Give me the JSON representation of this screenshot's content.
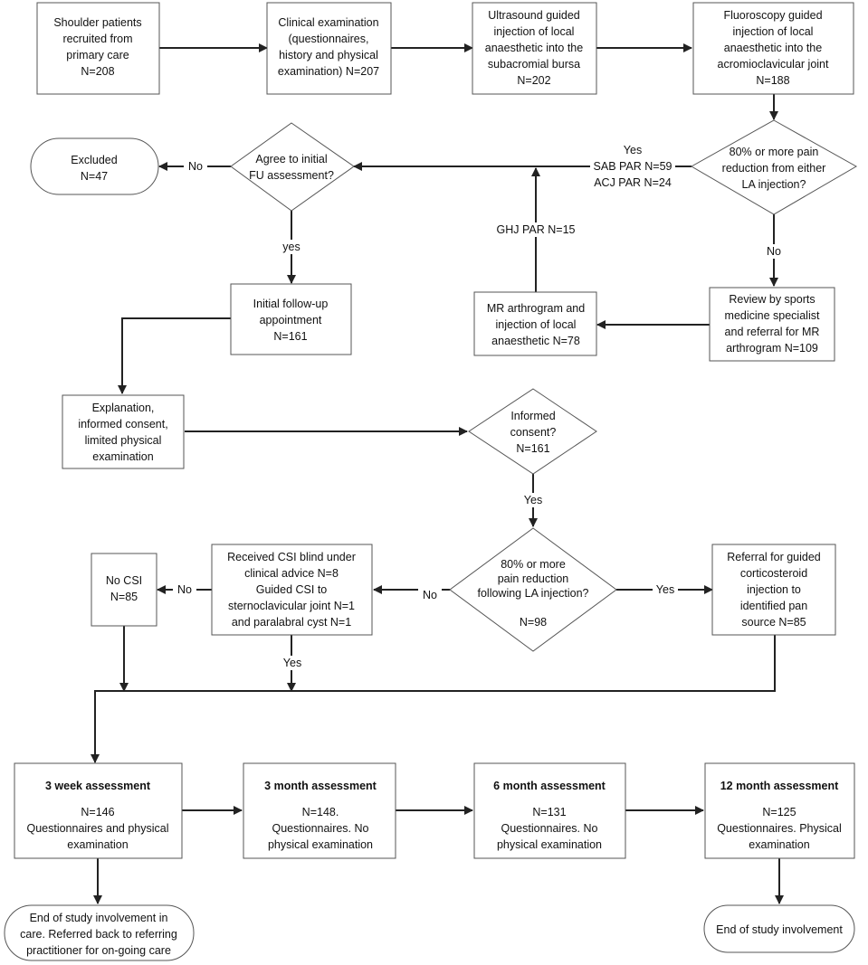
{
  "nodes": {
    "recruited": [
      "Shoulder patients",
      "recruited from",
      "primary care",
      "N=208"
    ],
    "clinical_exam": [
      "Clinical examination",
      "(questionnaires,",
      "history and physical",
      "examination) N=207"
    ],
    "us_injection": [
      "Ultrasound guided",
      "injection of local",
      "anaesthetic into the",
      "subacromial bursa",
      "N=202"
    ],
    "fluoro_injection": [
      "Fluoroscopy guided",
      "injection of local",
      "anaesthetic into the",
      "acromioclavicular joint",
      "N=188"
    ],
    "pain_reduction_la": [
      "80% or more pain",
      "reduction from either",
      "LA injection?"
    ],
    "agree_fu": [
      "Agree to initial",
      "FU assessment?"
    ],
    "excluded": [
      "Excluded",
      "N=47"
    ],
    "review_specialist": [
      "Review by sports",
      "medicine specialist",
      "and referral for MR",
      "arthrogram N=109"
    ],
    "mr_arthrogram": [
      "MR arthrogram and",
      "injection of local",
      "anaesthetic  N=78"
    ],
    "initial_followup": [
      "Initial follow-up",
      "appointment",
      "N=161"
    ],
    "explanation": [
      "Explanation,",
      "informed consent,",
      "limited physical",
      "examination"
    ],
    "informed_consent": [
      "Informed",
      "consent?",
      "N=161"
    ],
    "pain_reduction_following": [
      "80% or more",
      "pain reduction",
      "following LA injection?",
      "",
      "N=98"
    ],
    "received_csi": [
      "Received CSI blind under",
      "clinical advice N=8",
      "Guided CSI to",
      "sternoclavicular joint N=1",
      "and paralabral cyst N=1"
    ],
    "no_csi": [
      "No CSI",
      "N=85"
    ],
    "referral_guided": [
      "Referral for guided",
      "corticosteroid",
      "injection to",
      "identified pan",
      "source N=85"
    ],
    "week3": {
      "title": "3 week assessment",
      "lines": [
        "N=146",
        "Questionnaires and physical",
        "examination"
      ]
    },
    "month3": {
      "title": "3 month assessment",
      "lines": [
        "N=148.",
        "Questionnaires. No",
        "physical examination"
      ]
    },
    "month6": {
      "title": "6 month assessment",
      "lines": [
        "N=131",
        "Questionnaires. No",
        "physical examination"
      ]
    },
    "month12": {
      "title": "12 month assessment",
      "lines": [
        "N=125",
        "Questionnaires. Physical",
        "examination"
      ]
    },
    "end_referred": [
      "End of study involvement in",
      "care. Referred back to referring",
      "practitioner for on-going care"
    ],
    "end_study": [
      "End of study involvement"
    ]
  },
  "edge_labels": {
    "yes_top": "Yes",
    "sab_par": "SAB PAR N=59",
    "acj_par": "ACJ PAR N=24",
    "no_excluded": "No",
    "yes_followup": "yes",
    "no_review": "No",
    "ghj_par": "GHJ PAR N=15",
    "yes_consent": "Yes",
    "no_csi_branch": "No",
    "no_csi_left": "No",
    "yes_referral": "Yes",
    "yes_received": "Yes"
  },
  "colors": {
    "stroke": "#555555",
    "edge": "#222222",
    "fill": "#ffffff",
    "text": "#111111"
  }
}
